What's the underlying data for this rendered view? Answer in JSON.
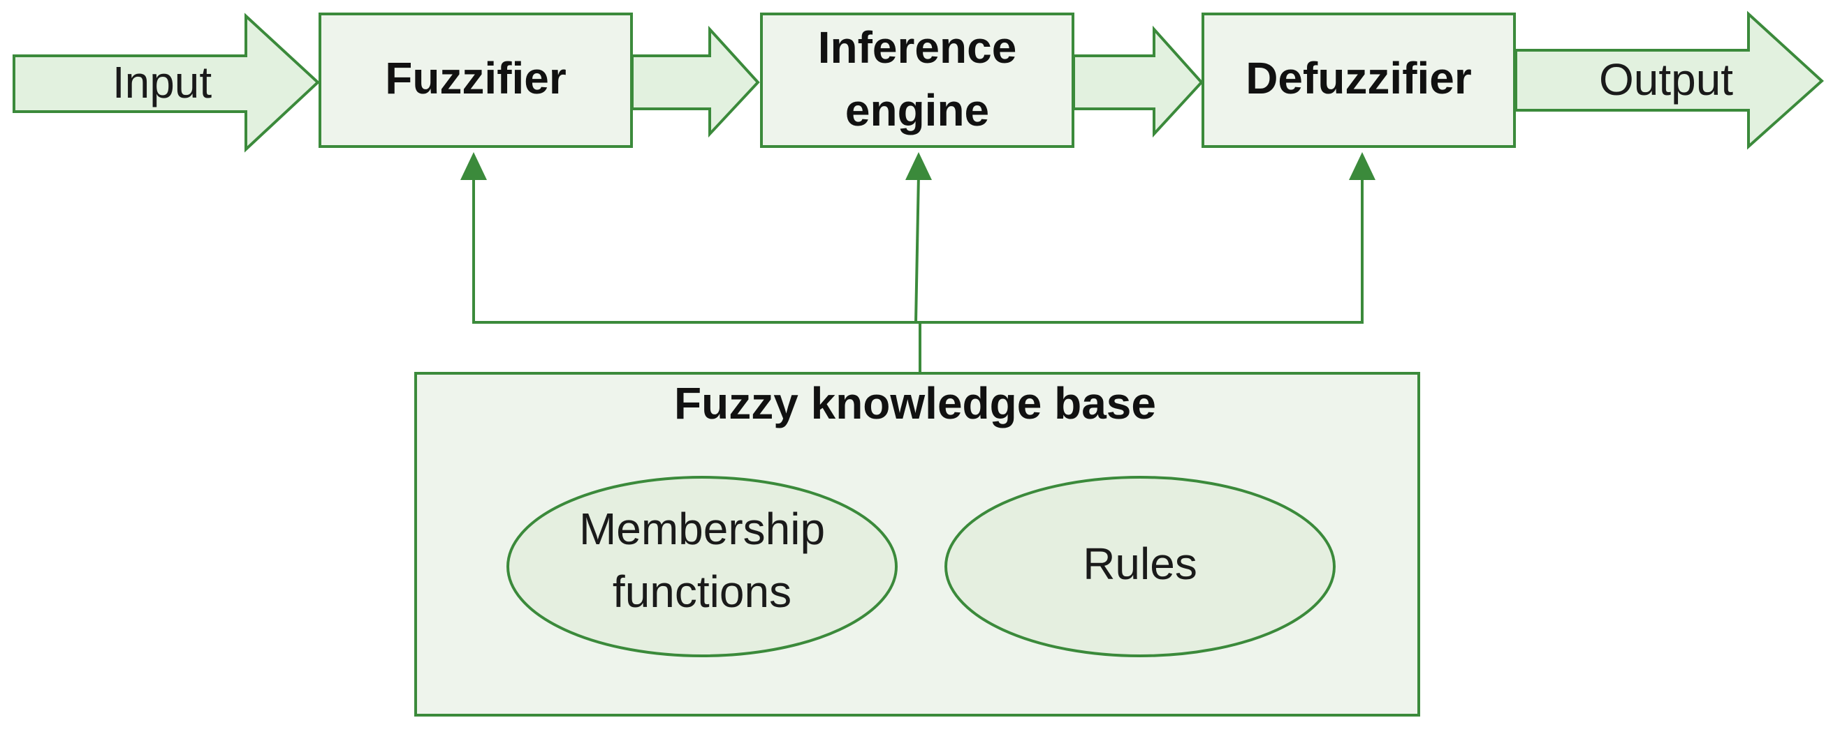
{
  "diagram": {
    "input_label": "Input",
    "output_label": "Output",
    "fuzzifier": "Fuzzifier",
    "inference": [
      "Inference",
      "engine"
    ],
    "defuzzifier": "Defuzzifier",
    "knowledge_base": {
      "title": "Fuzzy knowledge base",
      "membership": [
        "Membership",
        "functions"
      ],
      "rules": "Rules"
    }
  },
  "colors": {
    "stroke": "#3b8a3b",
    "box_fill": "#eef4ec",
    "arrow_fill": "#e2f1df"
  }
}
